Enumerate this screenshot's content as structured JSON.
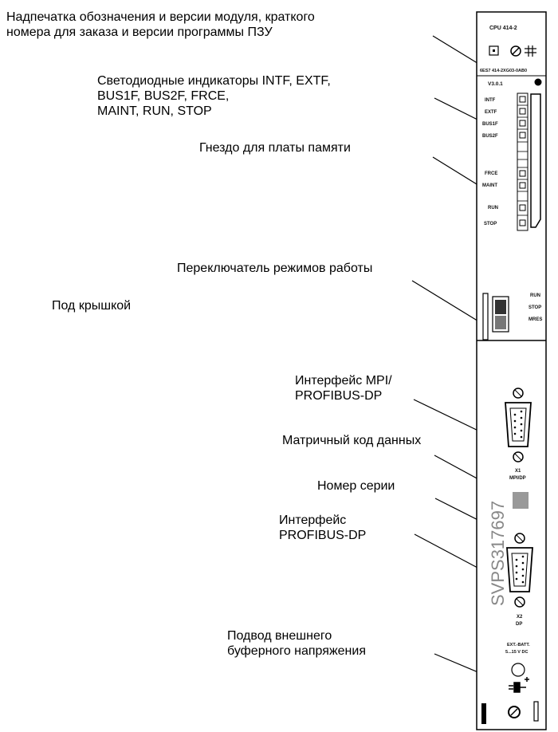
{
  "callouts": {
    "imprint": "Надпечатка обозначения и версии модуля, краткого\nномера для заказа и версии программы ПЗУ",
    "leds": "Светодиодные индикаторы INTF, EXTF,\nBUS1F, BUS2F, FRCE,\nMAINT, RUN, STOP",
    "memory_card_slot": "Гнездо для платы памяти",
    "mode_switch": "Переключатель режимов работы",
    "under_cover": "Под крышкой",
    "mpi_interface": "Интерфейс MPI/\nPROFIBUS-DP",
    "data_matrix": "Матричный код данных",
    "serial_number": "Номер серии",
    "dp_interface": "Интерфейс\nPROFIBUS-DP",
    "ext_battery": "Подвод внешнего\nбуферного напряжения"
  },
  "module": {
    "cpu_name": "CPU 414-2",
    "order_number": "6ES7 414-2XG03-0AB0",
    "version": "V3.0.1",
    "leds": [
      "INTF",
      "EXTF",
      "BUS1F",
      "BUS2F",
      "FRCE",
      "MAINT",
      "RUN",
      "STOP"
    ],
    "mode_positions": [
      "RUN",
      "STOP",
      "MRES"
    ],
    "x1_label": "X1",
    "x1_sub": "MPI/DP",
    "x2_label": "X2",
    "x2_sub": "DP",
    "ext_batt_label": "EXT.-BATT.",
    "ext_batt_voltage": "5...15 V DC",
    "serial": "SVPS317697"
  }
}
